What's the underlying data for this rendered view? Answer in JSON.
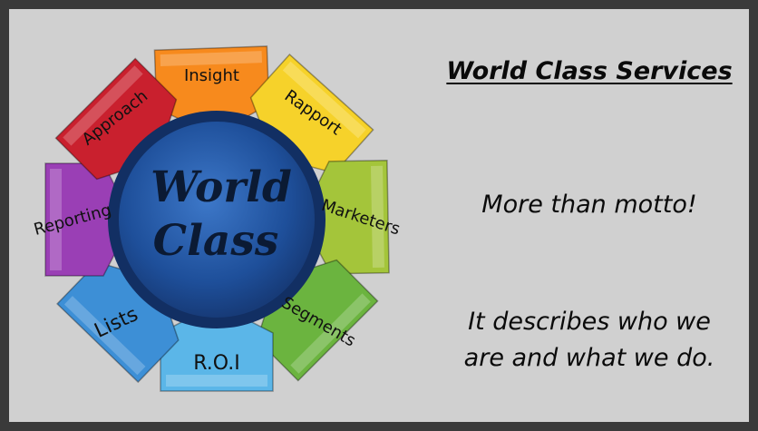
{
  "diagram": {
    "center": {
      "line1": "World",
      "line2": "Class"
    },
    "segments": [
      {
        "label": "Insight",
        "color": "#f78a1d"
      },
      {
        "label": "Rapport",
        "color": "#f6d22a"
      },
      {
        "label": "Marketers",
        "color": "#a4c53a"
      },
      {
        "label": "Segments",
        "color": "#6bb43f"
      },
      {
        "label": "R.O.I",
        "color": "#5bb6e8"
      },
      {
        "label": "Lists",
        "color": "#3d8fd6"
      },
      {
        "label": "Reporting",
        "color": "#9a3fb5"
      },
      {
        "label": "Approach",
        "color": "#c9202e"
      }
    ]
  },
  "text": {
    "title": "World Class Services",
    "motto": "More than motto!",
    "description_line1": "It describes who we",
    "description_line2": "are and what we do."
  }
}
